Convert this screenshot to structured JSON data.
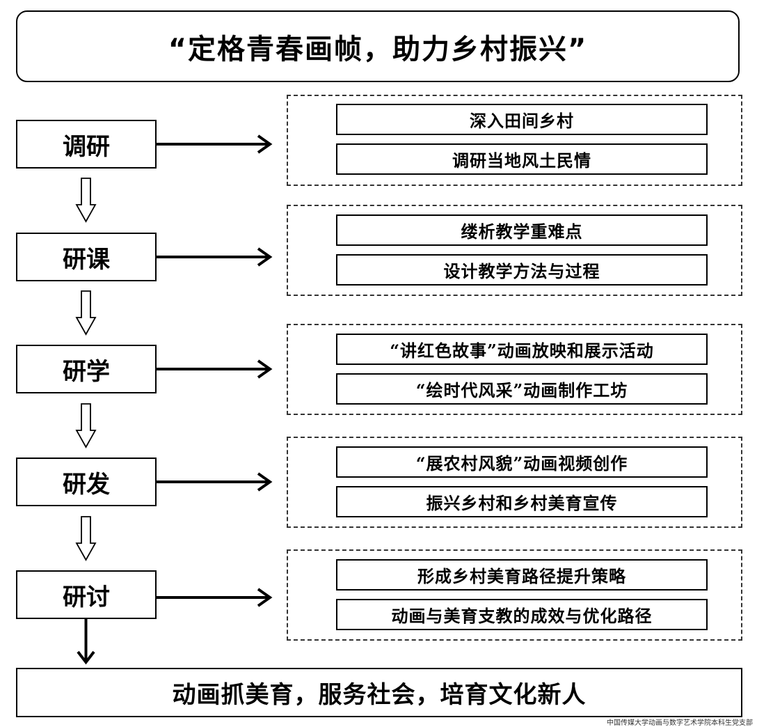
{
  "title": "“定格青春画帧，助力乡村振兴”",
  "stages": [
    {
      "label": "调研",
      "items": [
        "深入田间乡村",
        "调研当地风土民情"
      ]
    },
    {
      "label": "研课",
      "items": [
        "缕析教学重难点",
        "设计教学方法与过程"
      ]
    },
    {
      "label": "研学",
      "items": [
        "“讲红色故事”动画放映和展示活动",
        "“绘时代风采”动画制作工坊"
      ]
    },
    {
      "label": "研发",
      "items": [
        "“展农村风貌”动画视频创作",
        "振兴乡村和乡村美育宣传"
      ]
    },
    {
      "label": "研讨",
      "items": [
        "形成乡村美育路径提升策略",
        "动画与美育支教的成效与优化路径"
      ]
    }
  ],
  "result": "动画抓美育，服务社会，培育文化新人",
  "watermark": "中国传媒大学动画与数字艺术学院本科生党支部"
}
